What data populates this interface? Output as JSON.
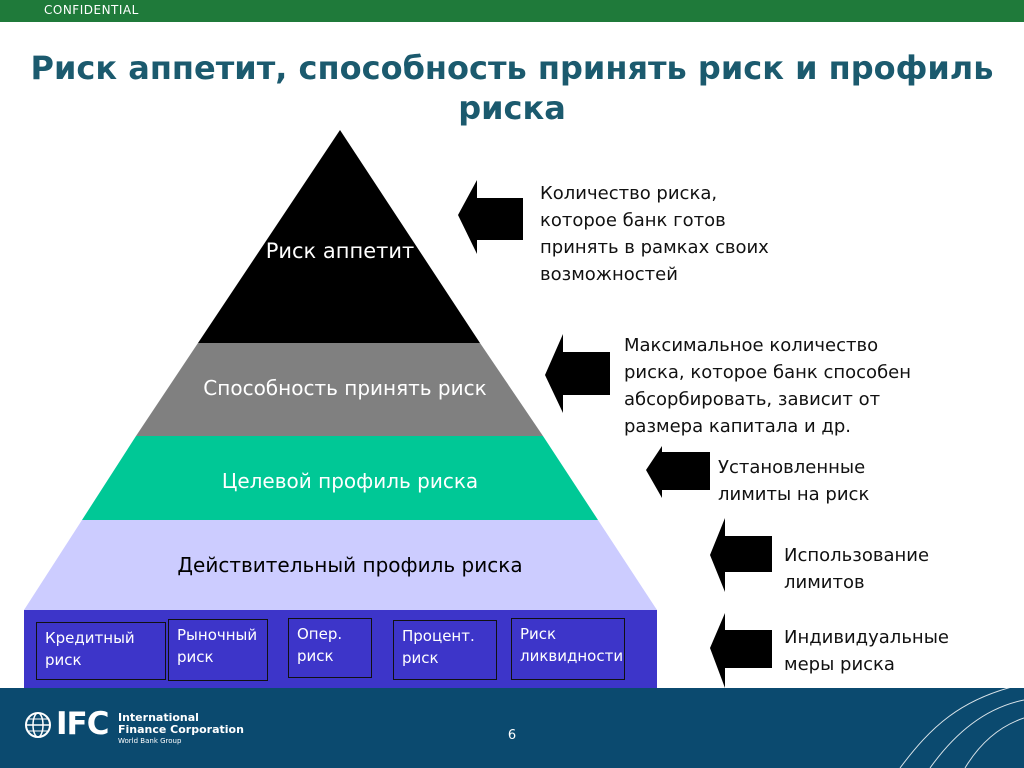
{
  "header": {
    "label": "CONFIDENTIAL"
  },
  "title": "Риск аппетит, способность принять риск и профиль риска",
  "pyramid": {
    "levels": [
      {
        "label": "Риск аппетит",
        "color": "#000000"
      },
      {
        "label": "Способность принять риск",
        "color": "#808080"
      },
      {
        "label": "Целевой профиль риска",
        "color": "#00c896"
      },
      {
        "label": "Действительный профиль риска",
        "color": "#ccccff"
      }
    ],
    "base_color": "#3d35c9",
    "risk_types": [
      {
        "label": "Кредитный\nриск"
      },
      {
        "label": "Рыночный\nриск"
      },
      {
        "label": "Опер.\nриск"
      },
      {
        "label": "Процент.\nриск"
      },
      {
        "label": "Риск\nликвидности"
      }
    ]
  },
  "descriptions": [
    "Количество риска,\nкоторое банк готов\nпринять в рамках своих\nвозможностей",
    "Максимальное количество\nриска, которое банк способен\nабсорбировать, зависит от\nразмера капитала и др.",
    "Установленные\nлимиты на риск",
    "Использование\nлимитов",
    "Индивидуальные\nмеры риска"
  ],
  "footer": {
    "logo_text": "IFC",
    "org_line1": "International",
    "org_line2": "Finance Corporation",
    "org_line3": "World Bank Group",
    "page_number": "6",
    "color": "#0b4a6f"
  }
}
